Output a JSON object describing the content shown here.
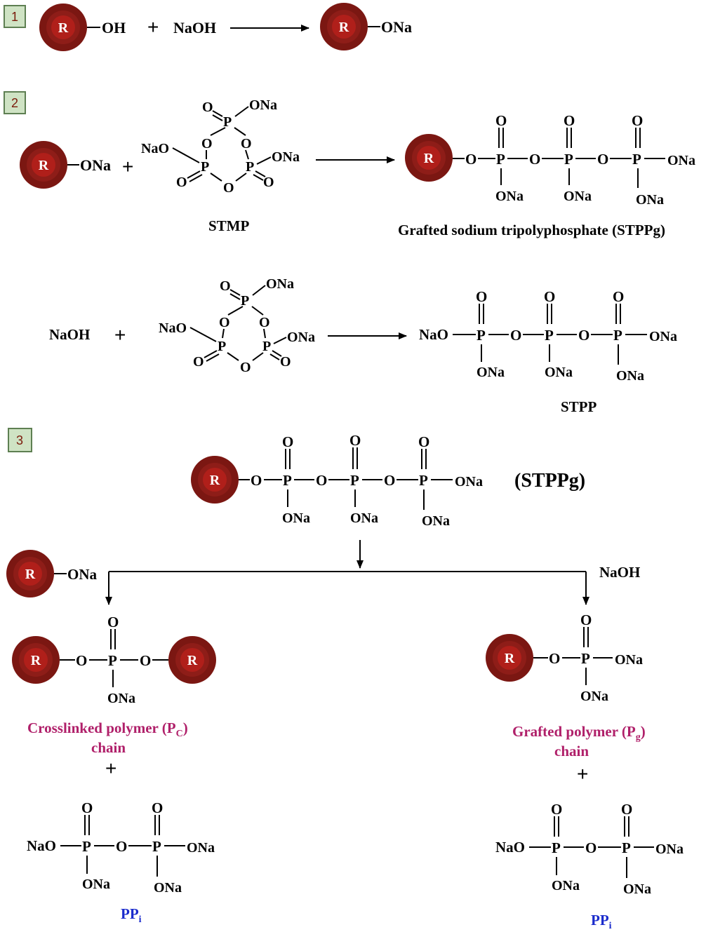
{
  "colors": {
    "ball_outer": "#7b1712",
    "ball_mid": "#8e1d18",
    "ball_inner": "#b01f1a",
    "step_box_fill": "#cfe3c4",
    "step_box_border": "#5e7f52",
    "magenta_label": "#b0206a",
    "blue_label": "#1b2ccc"
  },
  "atoms": {
    "R": "R",
    "P": "P",
    "O": "O",
    "OH": "OH",
    "ONa": "ONa",
    "NaO": "NaO",
    "NaOH": "NaOH",
    "plus": "+"
  },
  "steps": {
    "s1": "1",
    "s2": "2",
    "s3": "3"
  },
  "labels": {
    "stmp": "STMP",
    "stppg_full": "Grafted sodium tripolyphosphate  (STPPg)",
    "stpp": "STPP",
    "stppg_short": "(STPPg)",
    "crosslinked_a": "Crosslinked polymer (P",
    "crosslinked_sub": "C",
    "crosslinked_b": ")",
    "chain": "chain",
    "grafted_a": "Grafted polymer  (P",
    "grafted_sub": "g",
    "grafted_b": ")",
    "ppi": "PP",
    "ppi_sub": "i"
  }
}
